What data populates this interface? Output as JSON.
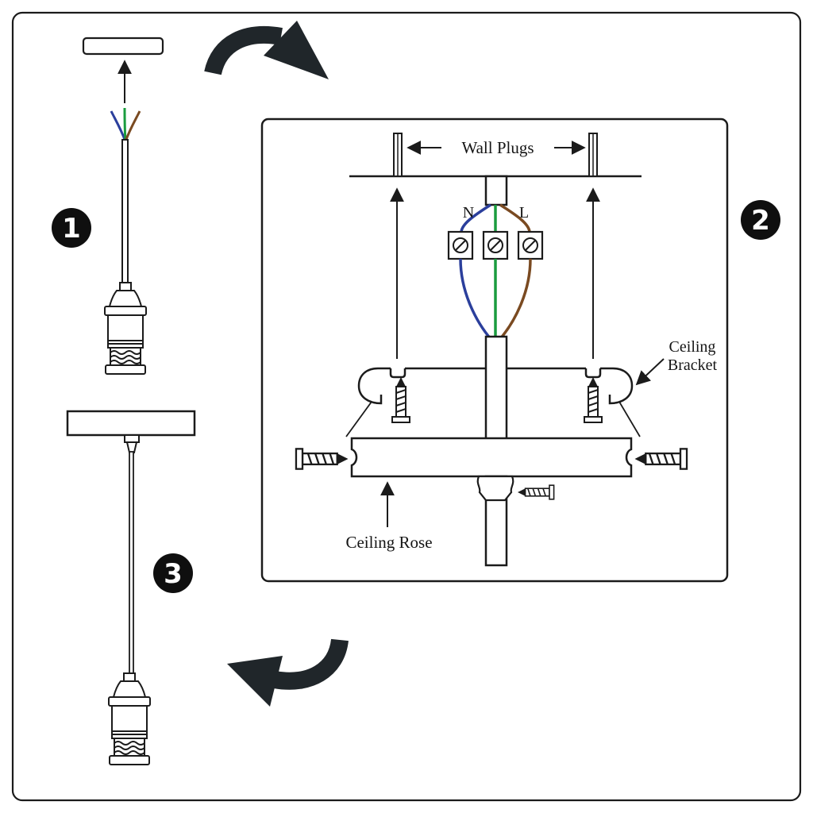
{
  "badges": {
    "step1": "1",
    "step2": "2",
    "step3": "3"
  },
  "wiring_panel": {
    "wall_plugs_label": "Wall Plugs",
    "neutral_label": "N",
    "live_label": "L",
    "ceiling_bracket_label_line1": "Ceiling",
    "ceiling_bracket_label_line2": "Bracket",
    "ceiling_rose_label": "Ceiling Rose"
  },
  "colors": {
    "ink": "#1b1b1b",
    "neutral_blue": "#2b3f9c",
    "earth_green": "#1a9c3e",
    "live_brown": "#7a4a21"
  }
}
